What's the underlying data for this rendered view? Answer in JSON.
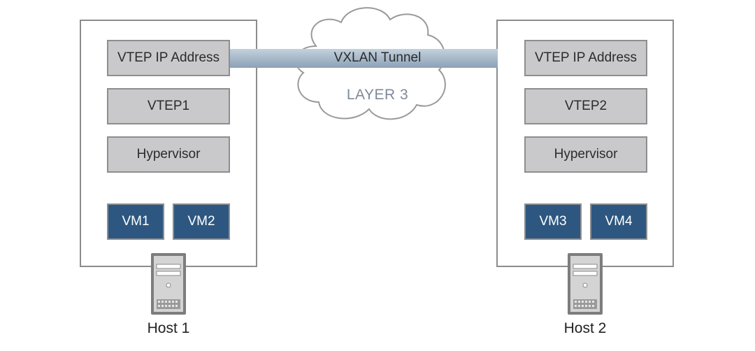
{
  "network": {
    "tunnel_label": "VXLAN Tunnel",
    "layer_label": "LAYER 3"
  },
  "hosts": [
    {
      "name": "Host 1",
      "vtep_ip_label": "VTEP IP Address",
      "vtep_label": "VTEP1",
      "hypervisor_label": "Hypervisor",
      "vms": [
        "VM1",
        "VM2"
      ]
    },
    {
      "name": "Host 2",
      "vtep_ip_label": "VTEP IP Address",
      "vtep_label": "VTEP2",
      "hypervisor_label": "Hypervisor",
      "vms": [
        "VM3",
        "VM4"
      ]
    }
  ],
  "colors": {
    "vm_fill": "#2d5780",
    "component_fill": "#c9c9cb",
    "frame_border": "#8c8c8c",
    "tunnel": "#9fb2c5"
  },
  "icons": [
    "cloud-icon",
    "server-tower-icon"
  ]
}
